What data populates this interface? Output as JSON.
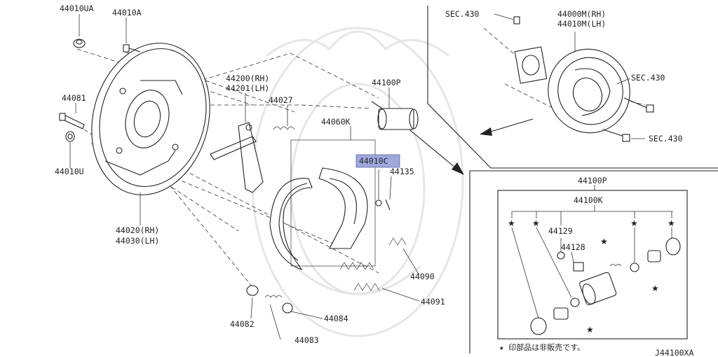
{
  "diagram_id": "J44100XA",
  "highlight_color": "#9fa8dc",
  "labels": {
    "p44010UA": "44010UA",
    "p44010A": "44010A",
    "p44081": "44081",
    "p44010U": "44010U",
    "p44020": "44020(RH)",
    "p44030": "44030(LH)",
    "p44200": "44200(RH)",
    "p44201": "44201(LH)",
    "p44027": "44027",
    "p44060K": "44060K",
    "p44100P_main": "44100P",
    "p44010C": "44010C",
    "p44135": "44135",
    "p44090": "44090",
    "p44091": "44091",
    "p44082": "44082",
    "p44084": "44084",
    "p44083": "44083",
    "sec430_top": "SEC.430",
    "p44000M": "44000M(RH)",
    "p44010M": "44010M(LH)",
    "sec430_right": "SEC.430",
    "sec430_bottom": "SEC.430",
    "p44100P_inset": "44100P",
    "p44100K": "44100K",
    "p44129": "44129",
    "p44128": "44128"
  },
  "note": "★ 印部品は非販売です。"
}
